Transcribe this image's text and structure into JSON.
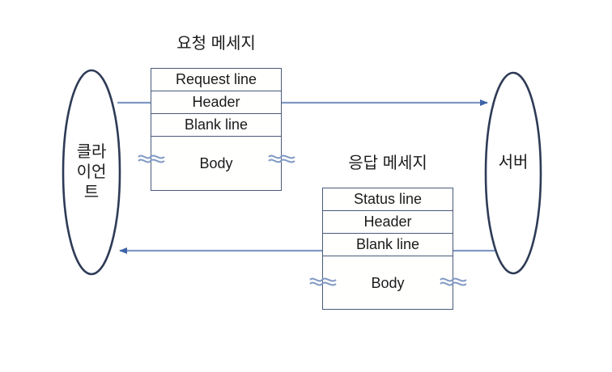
{
  "diagram": {
    "title": "HTTP request/response message structure",
    "background_color": "#ffffff",
    "line_color": "#7e96c4",
    "box_border_color": "#4a5a7a",
    "ellipse_border_color": "#2e3b56",
    "text_color": "#1b1b1b"
  },
  "nodes": {
    "client": {
      "label": "클라\n이언\n트",
      "shape": "ellipse"
    },
    "server": {
      "label": "서버",
      "shape": "ellipse"
    }
  },
  "messages": {
    "request": {
      "title": "요청 메세지",
      "rows": [
        {
          "label": "Request line"
        },
        {
          "label": "Header"
        },
        {
          "label": "Blank line"
        },
        {
          "label": "Body"
        }
      ]
    },
    "response": {
      "title": "응답 메세지",
      "rows": [
        {
          "label": "Status line"
        },
        {
          "label": "Header"
        },
        {
          "label": "Blank line"
        },
        {
          "label": "Body"
        }
      ]
    }
  },
  "connectors": [
    {
      "name": "client-to-request",
      "direction": "none"
    },
    {
      "name": "request-to-server",
      "direction": "right"
    },
    {
      "name": "response-to-server",
      "direction": "none"
    },
    {
      "name": "response-to-client",
      "direction": "left"
    }
  ]
}
